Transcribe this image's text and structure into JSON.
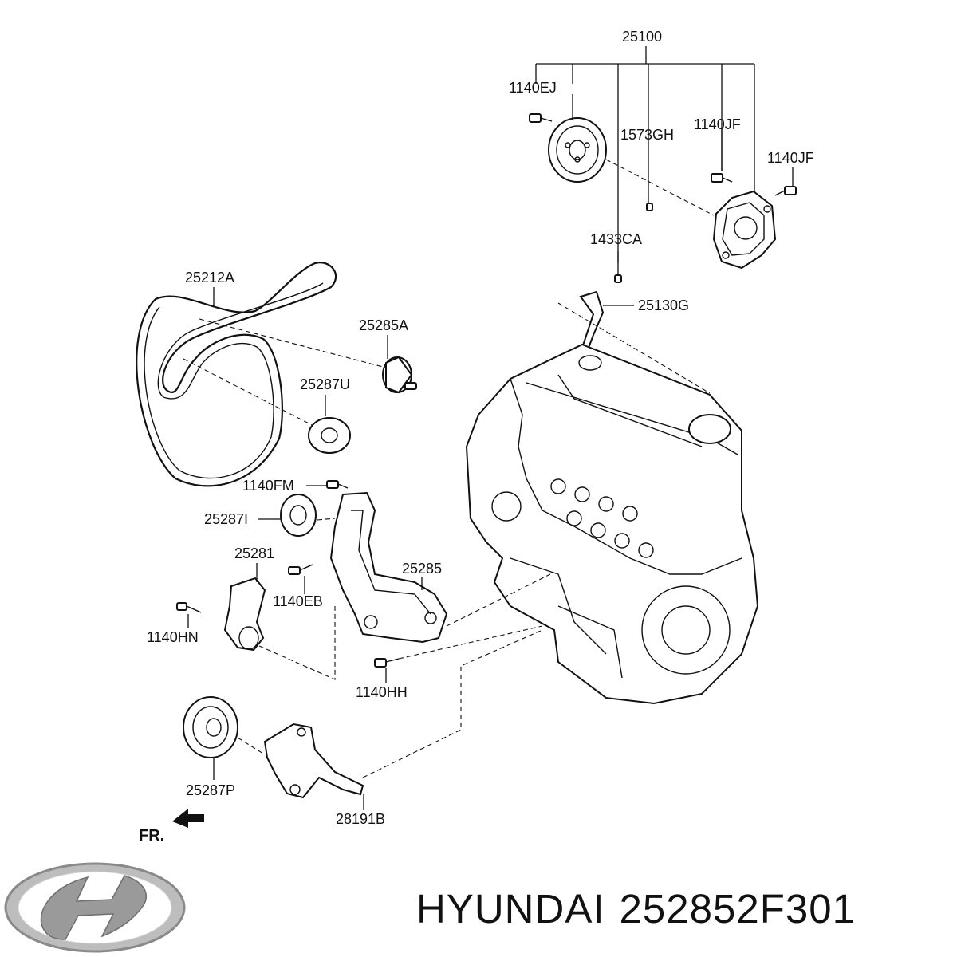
{
  "labels": {
    "p25100": "25100",
    "p1140EJ": "1140EJ",
    "p1573GH": "1573GH",
    "p1140JF_a": "1140JF",
    "p1140JF_b": "1140JF",
    "p1433CA": "1433CA",
    "p25130G": "25130G",
    "p25212A": "25212A",
    "p25285A": "25285A",
    "p25287U": "25287U",
    "p1140FM": "1140FM",
    "p25287I": "25287I",
    "p25281": "25281",
    "p25285": "25285",
    "p1140EB": "1140EB",
    "p1140HN": "1140HN",
    "p1140HH": "1140HH",
    "p25287P": "25287P",
    "p28191B": "28191B"
  },
  "front_marker": "FR.",
  "brand": {
    "name": "HYUNDAI",
    "part_number": "252852F301",
    "logo": "hyundai-logo-icon"
  }
}
